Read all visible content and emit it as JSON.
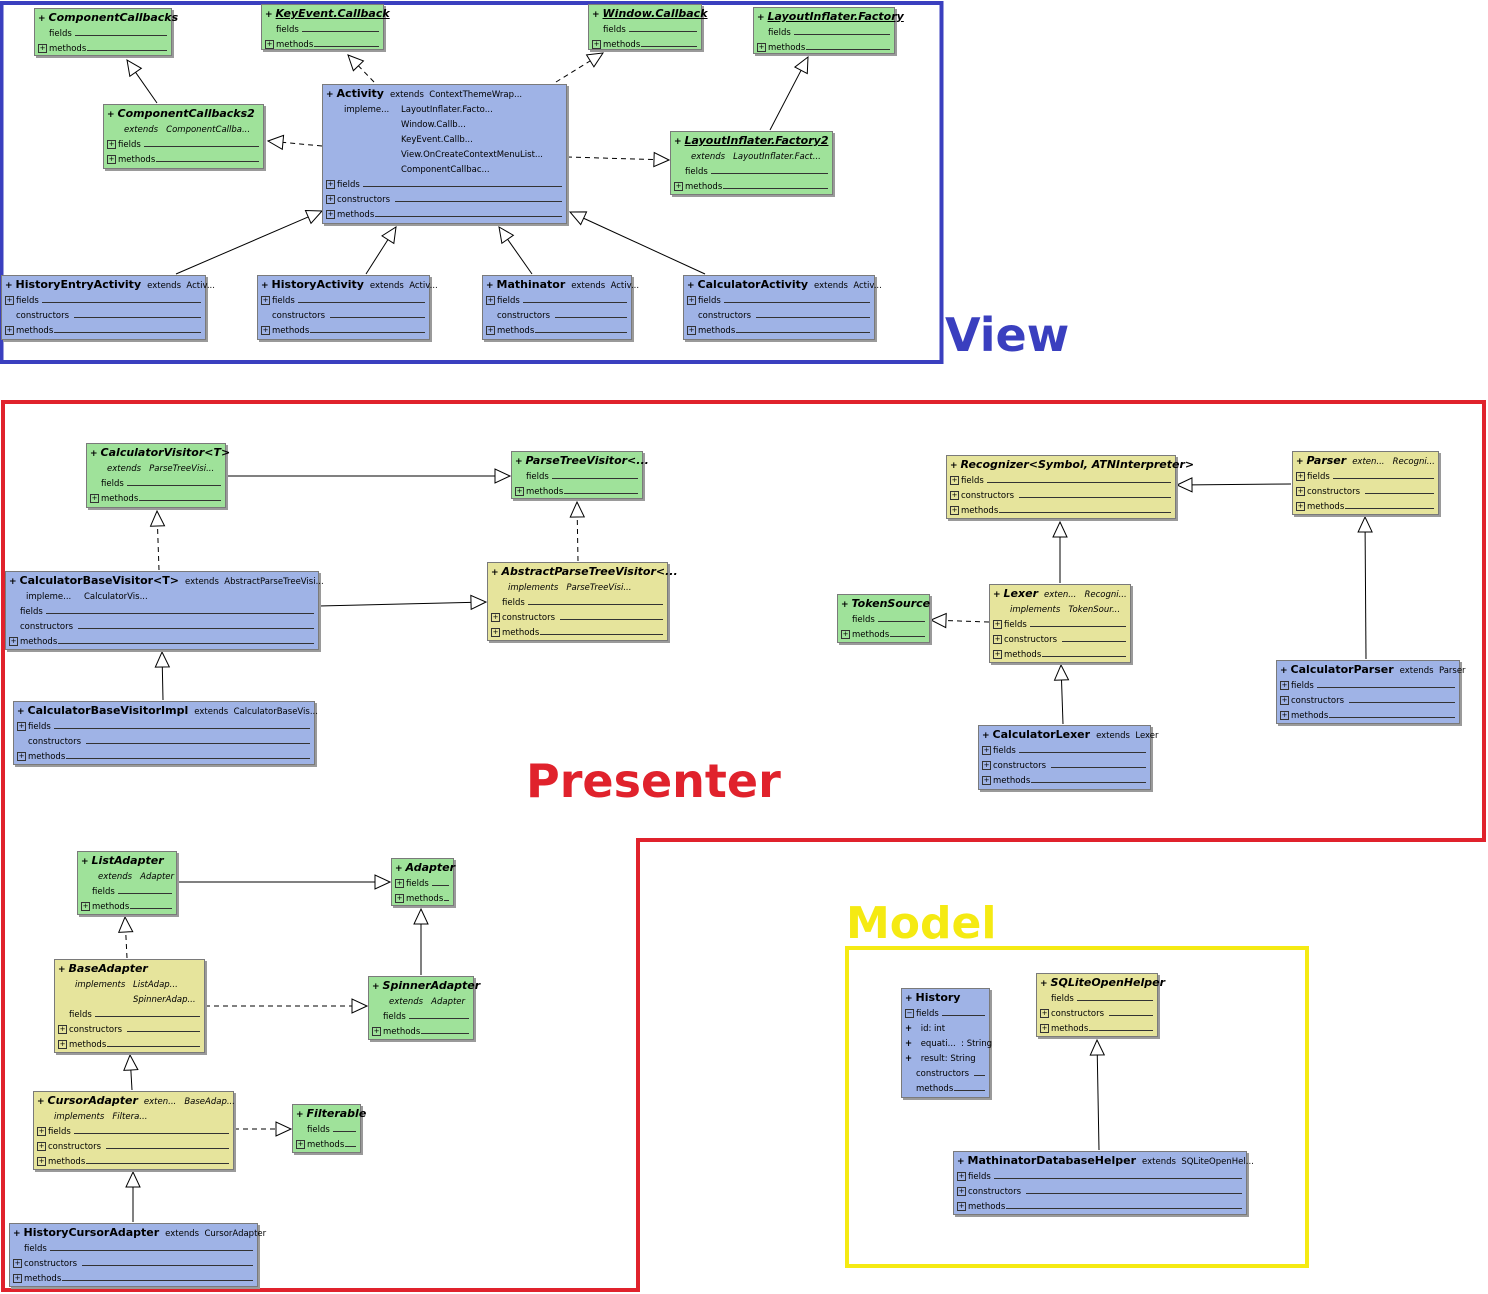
{
  "region_labels": {
    "view": "View",
    "presenter": "Presenter",
    "model": "Model"
  },
  "colors": {
    "view": "#3a3fbf",
    "presenter": "#e0222c",
    "model": "#f5ea12",
    "interface_fill": "#9fe29a",
    "concrete_fill": "#9fb3e6",
    "abstract_fill": "#e6e49c"
  },
  "section_labels": {
    "fields": "fields",
    "constructors": "constructors",
    "methods": "methods"
  },
  "visibility_symbol": "+",
  "classes": {
    "componentcallbacks": {
      "name": "ComponentCallbacks"
    },
    "keyevent_callback": {
      "name": "KeyEvent.Callback"
    },
    "window_callback": {
      "name": "Window.Callback"
    },
    "layoutinflater_factory": {
      "name": "LayoutInflater.Factory"
    },
    "componentcallbacks2": {
      "name": "ComponentCallbacks2",
      "ext_kw": "extends",
      "ext_val": "ComponentCallba..."
    },
    "activity": {
      "name": "Activity",
      "ext_kw": "extends",
      "ext_val": "ContextThemeWrap...",
      "impl_kw": "impleme...",
      "impl_list": [
        "LayoutInflater.Facto...",
        "Window.Callb...",
        "KeyEvent.Callb...",
        "View.OnCreateContextMenuList...",
        "ComponentCallbac..."
      ]
    },
    "layoutinflater_factory2": {
      "name": "LayoutInflater.Factory2",
      "ext_kw": "extends",
      "ext_val": "LayoutInflater.Fact..."
    },
    "historyentryactivity": {
      "name": "HistoryEntryActivity",
      "ext_kw": "extends",
      "ext_val": "Activ..."
    },
    "historyactivity": {
      "name": "HistoryActivity",
      "ext_kw": "extends",
      "ext_val": "Activ..."
    },
    "mathinator": {
      "name": "Mathinator",
      "ext_kw": "extends",
      "ext_val": "Activ..."
    },
    "calculatoractivity": {
      "name": "CalculatorActivity",
      "ext_kw": "extends",
      "ext_val": "Activ..."
    },
    "calculatorvisitor": {
      "name": "CalculatorVisitor<T>",
      "ext_kw": "extends",
      "ext_val": "ParseTreeVisi..."
    },
    "parsetreevisitor": {
      "name": "ParseTreeVisitor<..."
    },
    "calculatorbasevisitor": {
      "name": "CalculatorBaseVisitor<T>",
      "ext_kw": "extends",
      "ext_val": "AbstractParseTreeVisi...",
      "impl_kw": "impleme...",
      "impl_val": "CalculatorVis..."
    },
    "abstractparsetreevisitor": {
      "name": "AbstractParseTreeVisitor<...",
      "impl_kw": "implements",
      "impl_val": "ParseTreeVisi..."
    },
    "calculatorbasevisitorimpl": {
      "name": "CalculatorBaseVisitorImpl",
      "ext_kw": "extends",
      "ext_val": "CalculatorBaseVis..."
    },
    "recognizer": {
      "name": "Recognizer<Symbol, ATNInterpreter>"
    },
    "parser": {
      "name": "Parser",
      "ext_kw": "exten...",
      "ext_val": "Recogni..."
    },
    "tokensource": {
      "name": "TokenSource"
    },
    "lexer": {
      "name": "Lexer",
      "ext_kw": "exten...",
      "ext_val": "Recogni...",
      "impl_kw": "implements",
      "impl_val": "TokenSour..."
    },
    "calculatorparser": {
      "name": "CalculatorParser",
      "ext_kw": "extends",
      "ext_val": "Parser"
    },
    "calculatorlexer": {
      "name": "CalculatorLexer",
      "ext_kw": "extends",
      "ext_val": "Lexer"
    },
    "listadapter": {
      "name": "ListAdapter",
      "ext_kw": "extends",
      "ext_val": "Adapter"
    },
    "adapter": {
      "name": "Adapter"
    },
    "baseadapter": {
      "name": "BaseAdapter",
      "impl_kw": "implements",
      "impl_list": [
        "ListAdap...",
        "SpinnerAdap..."
      ]
    },
    "spinneradapter": {
      "name": "SpinnerAdapter",
      "ext_kw": "extends",
      "ext_val": "Adapter"
    },
    "cursoradapter": {
      "name": "CursorAdapter",
      "ext_kw": "exten...",
      "ext_val": "BaseAdap...",
      "impl_kw": "implements",
      "impl_val": "Filtera..."
    },
    "filterable": {
      "name": "Filterable"
    },
    "historycursoradapter": {
      "name": "HistoryCursorAdapter",
      "ext_kw": "extends",
      "ext_val": "CursorAdapter"
    },
    "history": {
      "name": "History",
      "fields": [
        {
          "name": "id",
          "type": ": int"
        },
        {
          "name": "equati...",
          "type": ": String"
        },
        {
          "name": "result",
          "type": ": String"
        }
      ]
    },
    "sqliteopenhelper": {
      "name": "SQLiteOpenHelper"
    },
    "mathinatordatabasehelper": {
      "name": "MathinatorDatabaseHelper",
      "ext_kw": "extends",
      "ext_val": "SQLiteOpenHel..."
    }
  }
}
